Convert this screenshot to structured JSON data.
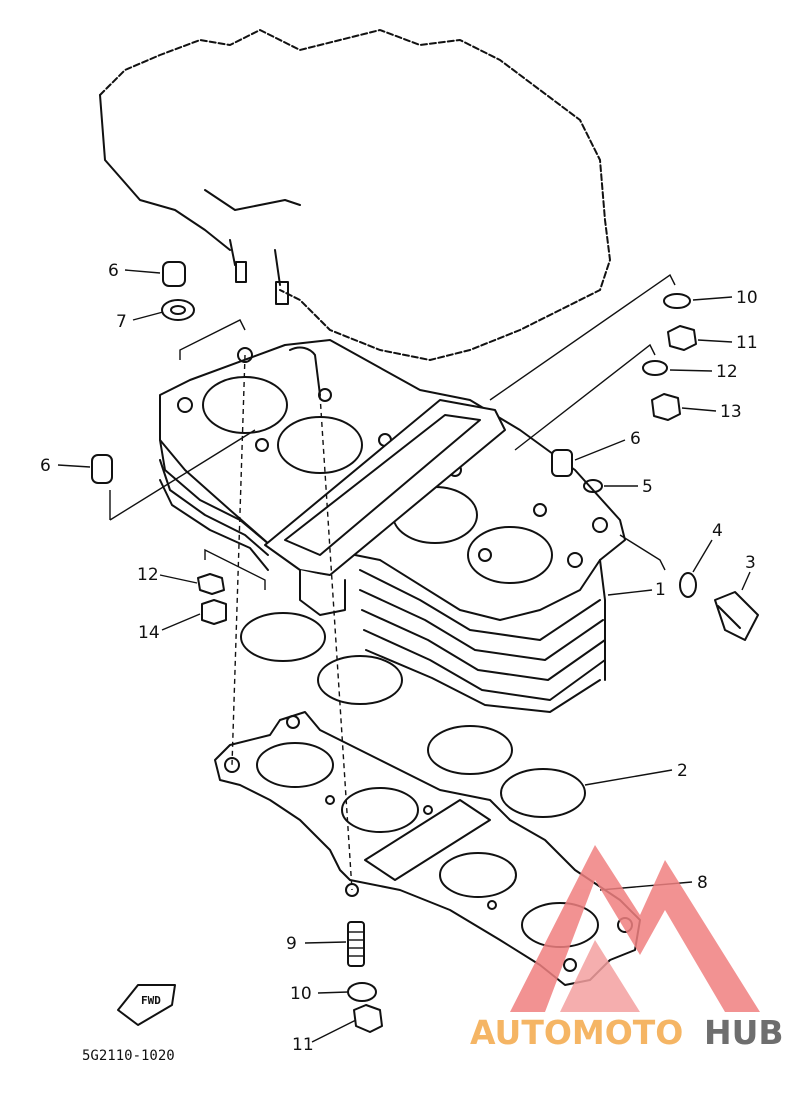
{
  "callouts": [
    {
      "id": "c6a",
      "label": "6"
    },
    {
      "id": "c7",
      "label": "7"
    },
    {
      "id": "c6b",
      "label": "6"
    },
    {
      "id": "c12a",
      "label": "12"
    },
    {
      "id": "c14",
      "label": "14"
    },
    {
      "id": "c10a",
      "label": "10"
    },
    {
      "id": "c11a",
      "label": "11"
    },
    {
      "id": "c12b",
      "label": "12"
    },
    {
      "id": "c13",
      "label": "13"
    },
    {
      "id": "c6c",
      "label": "6"
    },
    {
      "id": "c5",
      "label": "5"
    },
    {
      "id": "c4",
      "label": "4"
    },
    {
      "id": "c3",
      "label": "3"
    },
    {
      "id": "c1",
      "label": "1"
    },
    {
      "id": "c2",
      "label": "2"
    },
    {
      "id": "c8",
      "label": "8"
    },
    {
      "id": "c9",
      "label": "9"
    },
    {
      "id": "c10b",
      "label": "10"
    },
    {
      "id": "c11b",
      "label": "11"
    }
  ],
  "diagram_code": "5G2110-1020",
  "front_marker": "FWD",
  "watermark": {
    "part1": "AUTOMOTO",
    "part2": "HUB",
    "color_primary": "#e8524a",
    "color_secondary": "#f4a94a",
    "color_dark": "#555555"
  }
}
